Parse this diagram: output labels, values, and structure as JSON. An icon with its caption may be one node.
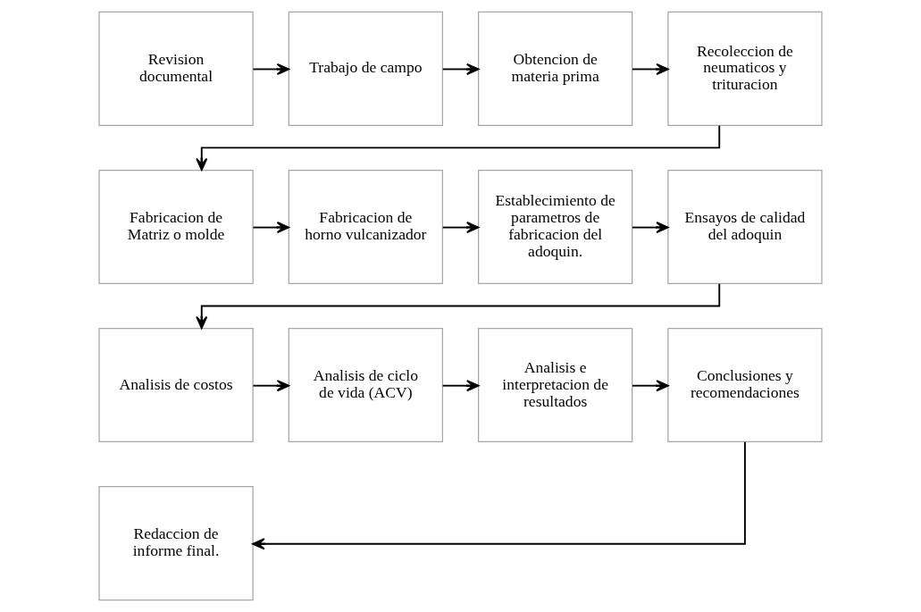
{
  "diagram": {
    "nodes": [
      {
        "text": [
          "Revision documental"
        ]
      },
      {
        "text": [
          "Trabajo de campo"
        ]
      },
      {
        "text": [
          "Obtencion de materia prima"
        ]
      },
      {
        "text": [
          "Recoleccion de neumaticos y trituracion"
        ]
      },
      {
        "text": [
          "Fabricacion de Matriz o molde"
        ]
      },
      {
        "text": [
          "Fabricacion de horno vulcanizador"
        ]
      },
      {
        "text": [
          "Establecimiento de parametros de fabricacion del adoquin."
        ]
      },
      {
        "text": [
          "Ensayos de calidad del adoquin"
        ]
      },
      {
        "text": [
          "Analisis de costos"
        ]
      },
      {
        "text": [
          "Analisis de ciclo de vida (ACV)"
        ]
      },
      {
        "text": [
          "Analisis e interpretacion de resultados"
        ]
      },
      {
        "text": [
          "Conclusiones y recomendaciones"
        ]
      },
      {
        "text": [
          "Redaccion de informe final."
        ]
      }
    ],
    "edges": [
      {
        "from": 0,
        "to": 1,
        "arrow": "to"
      },
      {
        "from": 1,
        "to": 2,
        "arrow": "to"
      },
      {
        "from": 2,
        "to": 3,
        "arrow": "to"
      },
      {
        "from": 3,
        "to": 4,
        "arrow": "to"
      },
      {
        "from": 4,
        "to": 5,
        "arrow": "to"
      },
      {
        "from": 5,
        "to": 6,
        "arrow": "to"
      },
      {
        "from": 6,
        "to": 7,
        "arrow": "to"
      },
      {
        "from": 7,
        "to": 8,
        "arrow": "to"
      },
      {
        "from": 8,
        "to": 9,
        "arrow": "to"
      },
      {
        "from": 9,
        "to": 10,
        "arrow": "to"
      },
      {
        "from": 10,
        "to": 11,
        "arrow": "to"
      },
      {
        "from": 11,
        "to": 12,
        "arrow": "to"
      }
    ]
  }
}
